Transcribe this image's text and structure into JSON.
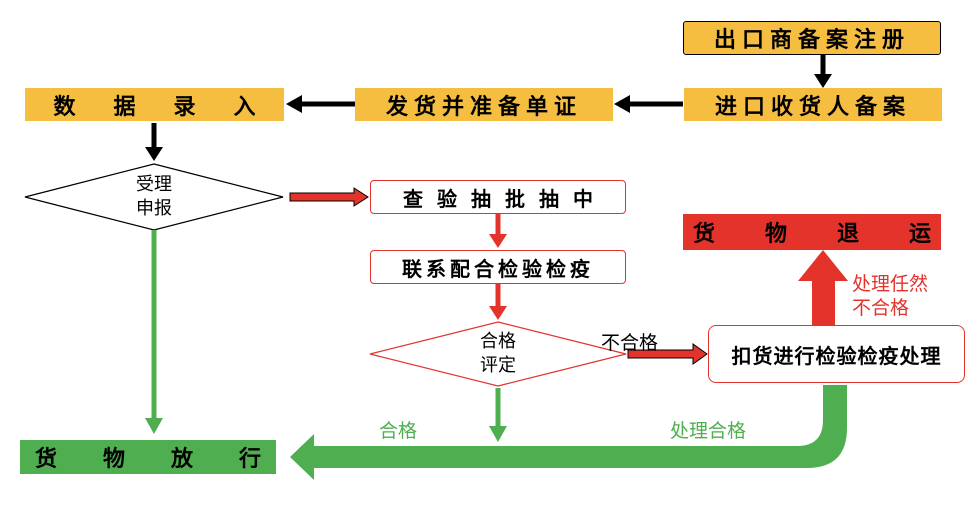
{
  "boxes": {
    "exporter_registration": "出口商备案注册",
    "importer_registration": "进口收货人备案",
    "ship_and_prepare_docs": "发货并准备单证",
    "data_entry": "数据录入",
    "inspection_selected": "查验抽批抽中",
    "contact_inspection": "联系配合检验检疫",
    "goods_return": "货物退运",
    "detain_goods_processing": "扣货进行检验检疫处理",
    "goods_release": "货物放行"
  },
  "diamonds": {
    "accept_declaration": [
      "受理",
      "申报"
    ],
    "qualification_assessment": [
      "合格",
      "评定"
    ]
  },
  "labels": {
    "unqualified": "不合格",
    "still_unqualified": [
      "处理任然",
      "不合格"
    ],
    "qualified": "合格",
    "qualified_after_processing": "处理合格"
  },
  "colors": {
    "yellow": "#F6BE41",
    "red": "#E4332B",
    "green": "#4FAF50",
    "black": "#000000"
  }
}
